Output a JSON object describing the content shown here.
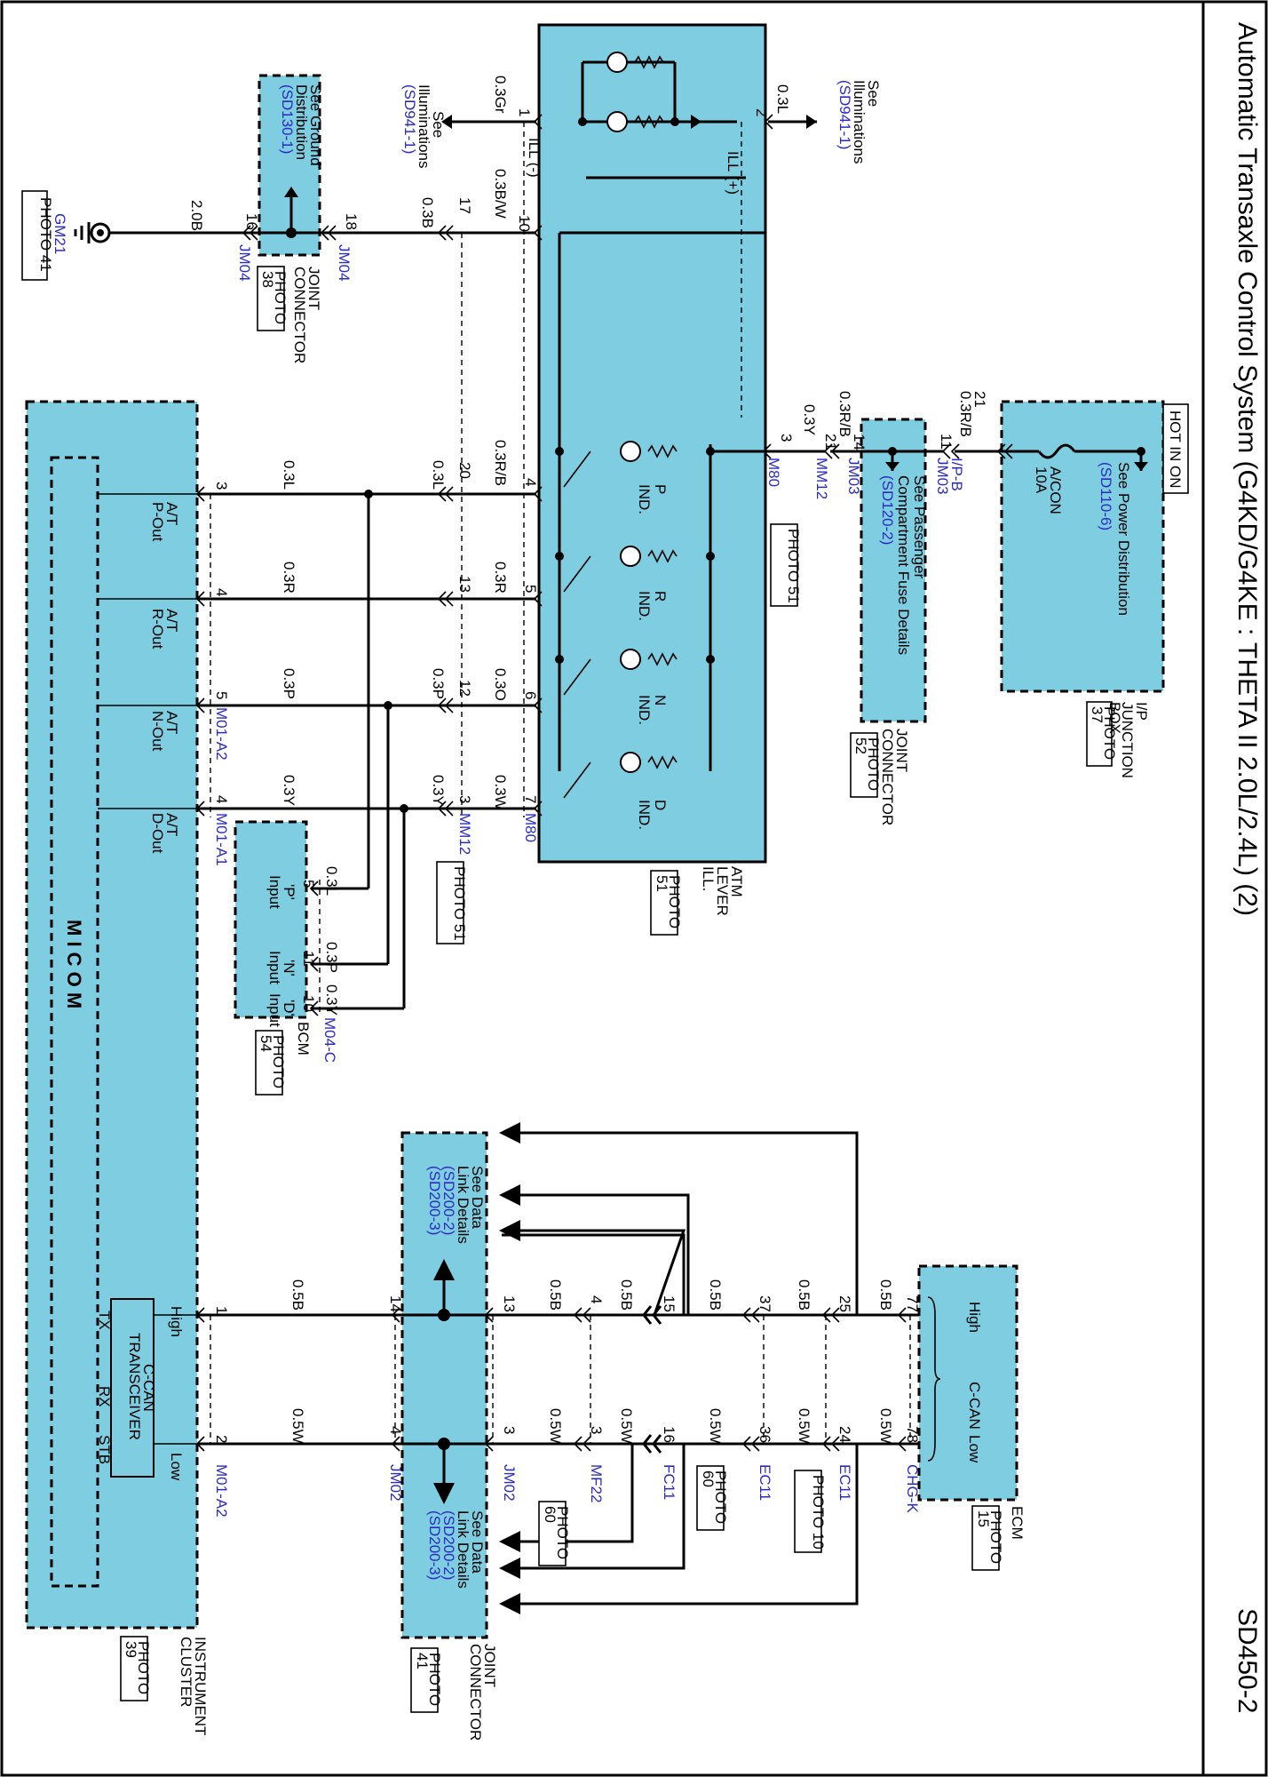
{
  "header": {
    "title": "Automatic Transaxle Control System (G4KD/G4KE : THETA II 2.0L/2.4L) (2)",
    "page_code": "SD450-2"
  },
  "labels": {
    "hot_in_on": "HOT IN ON",
    "see_power_distribution": "See Power Distribution",
    "sd110_6": "(SD110-6)",
    "ijb_name_1": "I/P",
    "ijb_name_2": "JUNCTION",
    "ijb_name_3": "BOX",
    "fuse_name": "A/CON",
    "fuse_rating": "10A",
    "see_passenger_1": "See Passenger",
    "see_passenger_2": "Compartment Fuse Details",
    "sd120_2": "(SD120-2)",
    "joint_connector_1": "JOINT",
    "joint_connector_2": "CONNECTOR",
    "see_illuminations_1": "See",
    "see_illuminations_2": "Illuminations",
    "sd941_1": "(SD941-1)",
    "ill_plus": "ILL (+)",
    "ill_minus": "ILL (-)",
    "atm_1": "ATM",
    "atm_2": "LEVER",
    "atm_3": "ILL.",
    "ind_p": "P",
    "ind_r": "R",
    "ind_n": "N",
    "ind_d": "D",
    "ind": "IND.",
    "see_ground_1": "See Ground",
    "see_ground_2": "Distribution",
    "sd130_1": "(SD130-1)",
    "bcm": "BCM",
    "p_input_1": "'P'",
    "n_input_1": "'N'",
    "d_input_1": "'D'",
    "input": "Input",
    "see_data_1": "See Data",
    "see_data_2": "Link Details",
    "sd200_2": "(SD200-2)",
    "sd200_3": "(SD200-3)",
    "ecm": "ECM",
    "ccan": "C-CAN",
    "high": "High",
    "low": "Low",
    "micom": "M I C O M",
    "transceiver_1": "C-CAN",
    "transceiver_2": "TRANSCEIVER",
    "tx": "TX",
    "rx": "RX",
    "stb": "STB",
    "instrument_1": "INSTRUMENT",
    "instrument_2": "CLUSTER",
    "at_label": "A/T",
    "p_out": "P-Out",
    "r_out": "R-Out",
    "n_out": "N-Out",
    "d_out": "D-Out",
    "photo": "PHOTO"
  },
  "connectors": {
    "ipb": "I/P-B",
    "jm03": "JM03",
    "mm12": "MM12",
    "m80": "M80",
    "jm04": "JM04",
    "gm21": "GM21",
    "m01a2": "M01-A2",
    "m01a1": "M01-A1",
    "m04c": "M04-C",
    "chgk": "CHG-K",
    "ec11": "EC11",
    "fc11": "FC11",
    "mf22": "MF22",
    "jm02": "JM02"
  },
  "photos": {
    "p37": "37",
    "p52": "52",
    "p51": "PHOTO 51",
    "p51b": "51",
    "p38": "38",
    "p41": "PHOTO 41",
    "p54": "54",
    "p39": "39",
    "p15": "15",
    "p10": "PHOTO 10",
    "p60": "60",
    "p41b": "41"
  },
  "wires": {
    "w03rb": "0.3R/B",
    "w03y": "0.3Y",
    "w03l": "0.3L",
    "w03gr": "0.3Gr",
    "w03bw": "0.3B/W",
    "w03b": "0.3B",
    "w20b": "2.0B",
    "w03r": "0.3R",
    "w03o": "0.3O",
    "w03p": "0.3P",
    "w03w": "0.3W",
    "w05b": "0.5B",
    "w05w": "0.5W"
  },
  "pins": {
    "n1": "1",
    "n2": "2",
    "n3": "3",
    "n4": "4",
    "n5": "5",
    "n6": "6",
    "n7": "7",
    "n10": "10",
    "n11": "11",
    "n12": "12",
    "n13": "13",
    "n14": "14",
    "n15": "15",
    "n16": "16",
    "n17": "17",
    "n18": "18",
    "n20": "20",
    "n21": "21",
    "n24": "24",
    "n25": "25",
    "n36": "36",
    "n37": "37",
    "n77": "77",
    "n78": "78"
  }
}
